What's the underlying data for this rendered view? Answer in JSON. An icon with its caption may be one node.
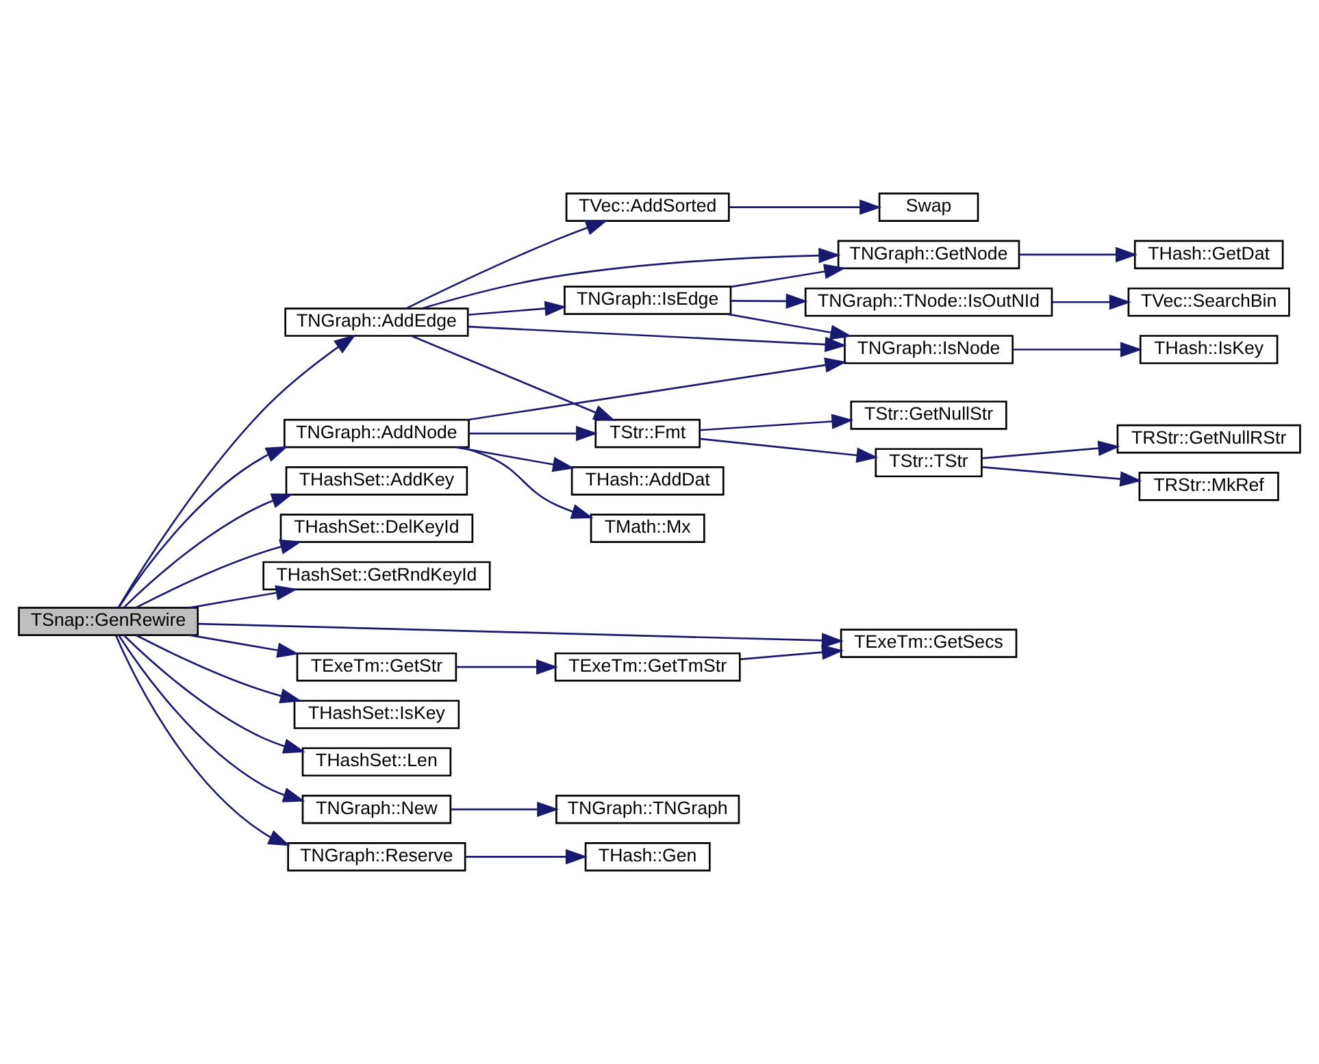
{
  "diagram": {
    "nodes": [
      {
        "text": [
          "TSnap::GenRewire"
        ]
      },
      {
        "text": [
          "TNGraph::AddEdge"
        ]
      },
      {
        "text": [
          "TNGraph::AddNode"
        ]
      },
      {
        "text": [
          "THashSet::AddKey"
        ]
      },
      {
        "text": [
          "THashSet::DelKeyId"
        ]
      },
      {
        "text": [
          "THashSet::GetRndKeyId"
        ]
      },
      {
        "text": [
          "TExeTm::GetStr"
        ]
      },
      {
        "text": [
          "THashSet::IsKey"
        ]
      },
      {
        "text": [
          "THashSet::Len"
        ]
      },
      {
        "text": [
          "TNGraph::New"
        ]
      },
      {
        "text": [
          "TNGraph::Reserve"
        ]
      },
      {
        "text": [
          "TVec::AddSorted"
        ]
      },
      {
        "text": [
          "TNGraph::GetNode"
        ]
      },
      {
        "text": [
          "TNGraph::IsEdge"
        ]
      },
      {
        "text": [
          "TNGraph::IsNode"
        ]
      },
      {
        "text": [
          "TStr::Fmt"
        ]
      },
      {
        "text": [
          "TMath::Mx"
        ]
      },
      {
        "text": [
          "THash::AddDat"
        ]
      },
      {
        "text": [
          "TExeTm::GetSecs"
        ]
      },
      {
        "text": [
          "TExeTm::GetTmStr"
        ]
      },
      {
        "text": [
          "TNGraph::TNGraph"
        ]
      },
      {
        "text": [
          "THash::Gen"
        ]
      },
      {
        "text": [
          "Swap"
        ]
      },
      {
        "text": [
          "THash::GetDat"
        ]
      },
      {
        "text": [
          "TNGraph::TNode::IsOutNId"
        ]
      },
      {
        "text": [
          "THash::IsKey"
        ]
      },
      {
        "text": [
          "TStr::GetNullStr"
        ]
      },
      {
        "text": [
          "TStr::TStr"
        ]
      },
      {
        "text": [
          "TVec::SearchBin"
        ]
      },
      {
        "text": [
          "TRStr::GetNullRStr"
        ]
      },
      {
        "text": [
          "TRStr::MkRef"
        ]
      }
    ],
    "edges": [
      {
        "from": 0,
        "to": 1,
        "arrow": "to"
      },
      {
        "from": 0,
        "to": 2,
        "arrow": "to"
      },
      {
        "from": 0,
        "to": 3,
        "arrow": "to"
      },
      {
        "from": 0,
        "to": 4,
        "arrow": "to"
      },
      {
        "from": 0,
        "to": 5,
        "arrow": "to"
      },
      {
        "from": 0,
        "to": 18,
        "arrow": "to"
      },
      {
        "from": 0,
        "to": 6,
        "arrow": "to"
      },
      {
        "from": 0,
        "to": 7,
        "arrow": "to"
      },
      {
        "from": 0,
        "to": 8,
        "arrow": "to"
      },
      {
        "from": 0,
        "to": 9,
        "arrow": "to"
      },
      {
        "from": 0,
        "to": 10,
        "arrow": "to"
      },
      {
        "from": 1,
        "to": 11,
        "arrow": "to"
      },
      {
        "from": 1,
        "to": 12,
        "arrow": "to"
      },
      {
        "from": 1,
        "to": 13,
        "arrow": "to"
      },
      {
        "from": 1,
        "to": 14,
        "arrow": "to"
      },
      {
        "from": 1,
        "to": 15,
        "arrow": "to"
      },
      {
        "from": 11,
        "to": 22,
        "arrow": "to"
      },
      {
        "from": 12,
        "to": 23,
        "arrow": "to"
      },
      {
        "from": 13,
        "to": 12,
        "arrow": "to"
      },
      {
        "from": 13,
        "to": 24,
        "arrow": "to"
      },
      {
        "from": 13,
        "to": 14,
        "arrow": "to"
      },
      {
        "from": 24,
        "to": 28,
        "arrow": "to"
      },
      {
        "from": 14,
        "to": 25,
        "arrow": "to"
      },
      {
        "from": 2,
        "to": 14,
        "arrow": "to"
      },
      {
        "from": 2,
        "to": 15,
        "arrow": "to"
      },
      {
        "from": 2,
        "to": 16,
        "arrow": "to"
      },
      {
        "from": 2,
        "to": 17,
        "arrow": "to"
      },
      {
        "from": 15,
        "to": 26,
        "arrow": "to"
      },
      {
        "from": 15,
        "to": 27,
        "arrow": "to"
      },
      {
        "from": 27,
        "to": 29,
        "arrow": "to"
      },
      {
        "from": 27,
        "to": 30,
        "arrow": "to"
      },
      {
        "from": 6,
        "to": 19,
        "arrow": "to"
      },
      {
        "from": 19,
        "to": 18,
        "arrow": "to"
      },
      {
        "from": 9,
        "to": 20,
        "arrow": "to"
      },
      {
        "from": 10,
        "to": 21,
        "arrow": "to"
      }
    ]
  }
}
